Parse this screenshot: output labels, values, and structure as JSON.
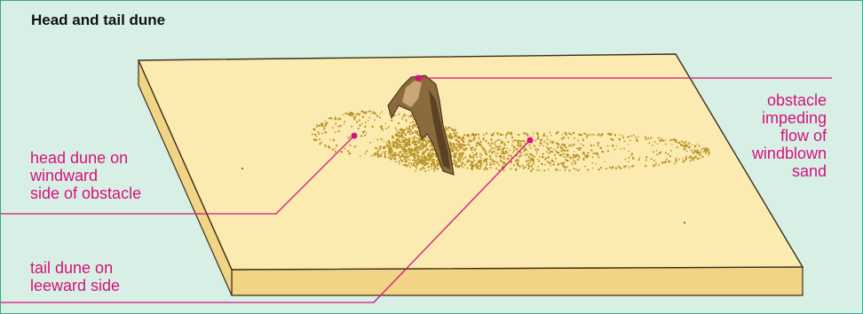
{
  "title": "Head and tail dune",
  "labels": {
    "obstacle": [
      "obstacle",
      "impeding",
      "flow of",
      "windblown",
      "sand"
    ],
    "head_dune": [
      "head dune on",
      "windward",
      "side of obstacle"
    ],
    "tail_dune": [
      "tail dune on",
      "leeward side"
    ]
  },
  "colors": {
    "background": "#d8efe6",
    "border": "#3aa58d",
    "label": "#d4137a",
    "sand_top": "#fcebb1",
    "sand_side": "#f2d487",
    "dune_dots": "#b89224",
    "rock": "#8b6a3e"
  }
}
